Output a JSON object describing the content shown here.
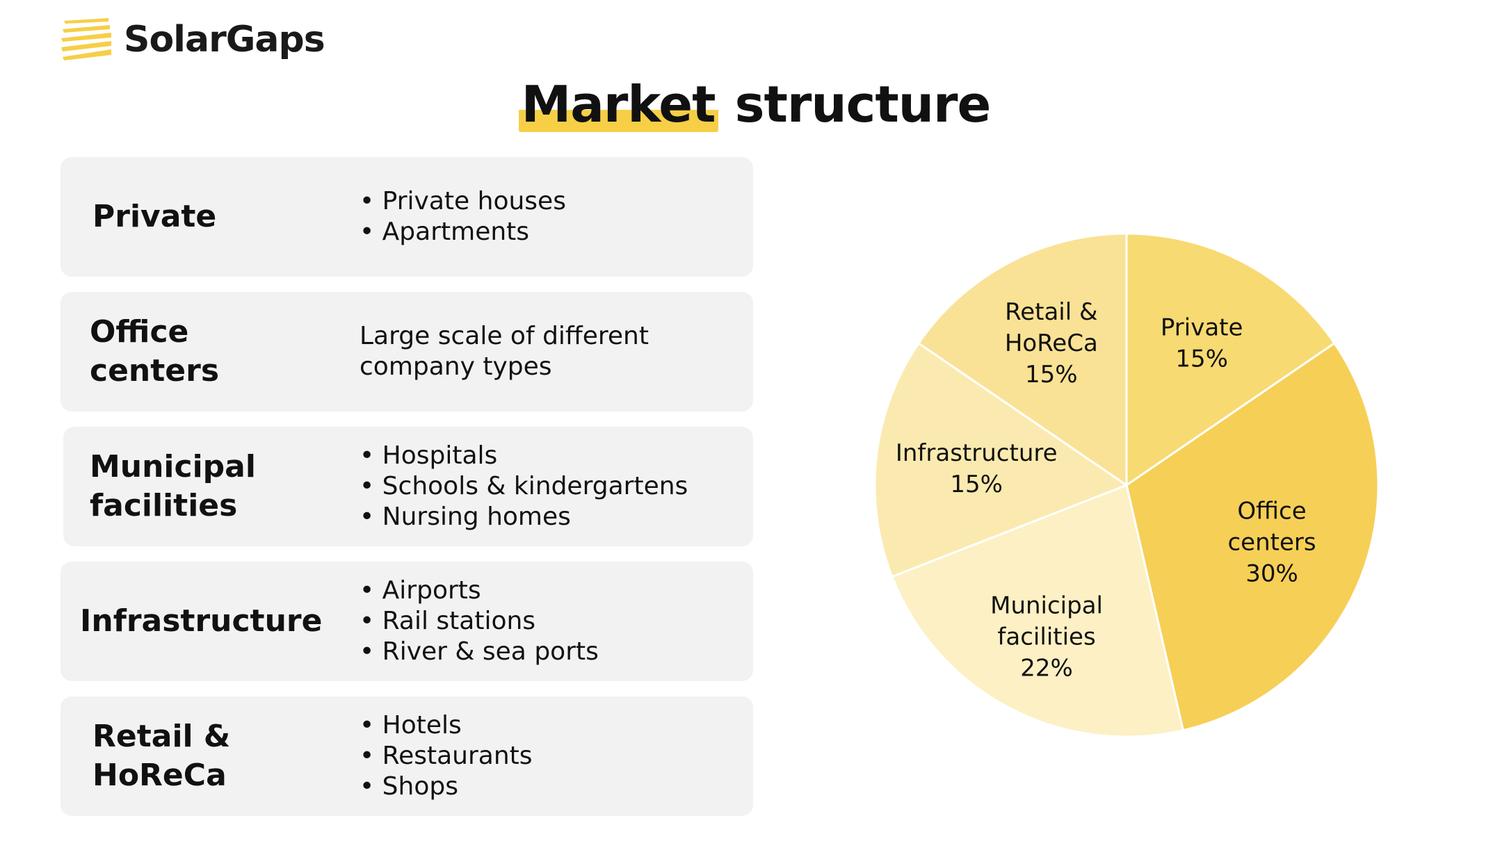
{
  "brand": {
    "name": "SolarGaps"
  },
  "title": {
    "highlight": "Market",
    "rest": " structure"
  },
  "cards": [
    {
      "name": "Private",
      "items": "• Private houses\n• Apartments"
    },
    {
      "name": "Office\ncenters",
      "items": "Large scale of different\ncompany types"
    },
    {
      "name": "Municipal\nfacilities",
      "items": "• Hospitals\n• Schools & kindergartens\n• Nursing homes"
    },
    {
      "name": "Infrastructure",
      "items": "• Airports\n• Rail stations\n• River & sea ports"
    },
    {
      "name": "Retail &\nHoReCa",
      "items": "• Hotels\n• Restaurants\n• Shops"
    }
  ],
  "chart_data": {
    "type": "pie",
    "slices": [
      {
        "name": "Private",
        "value": 15,
        "label": "15%",
        "color": "#f8da72"
      },
      {
        "name": "Office centers",
        "value": 30,
        "label": "30%",
        "color": "#f6cf57"
      },
      {
        "name": "Municipal facilities",
        "value": 22,
        "label": "22%",
        "color": "#fcf0c4"
      },
      {
        "name": "Infrastructure",
        "value": 15,
        "label": "15%",
        "color": "#fbeab0"
      },
      {
        "name": "Retail & HoReCa",
        "value": 15,
        "label": "15%",
        "color": "#f9e295"
      }
    ],
    "slice_label_lines": [
      [
        "Private",
        "15%"
      ],
      [
        "Office",
        "centers",
        "30%"
      ],
      [
        "Municipal",
        "facilities",
        "22%"
      ],
      [
        "Infrastructure",
        "15%"
      ],
      [
        "Retail &",
        "HoReCa",
        "15%"
      ]
    ],
    "start": "top, clockwise"
  }
}
